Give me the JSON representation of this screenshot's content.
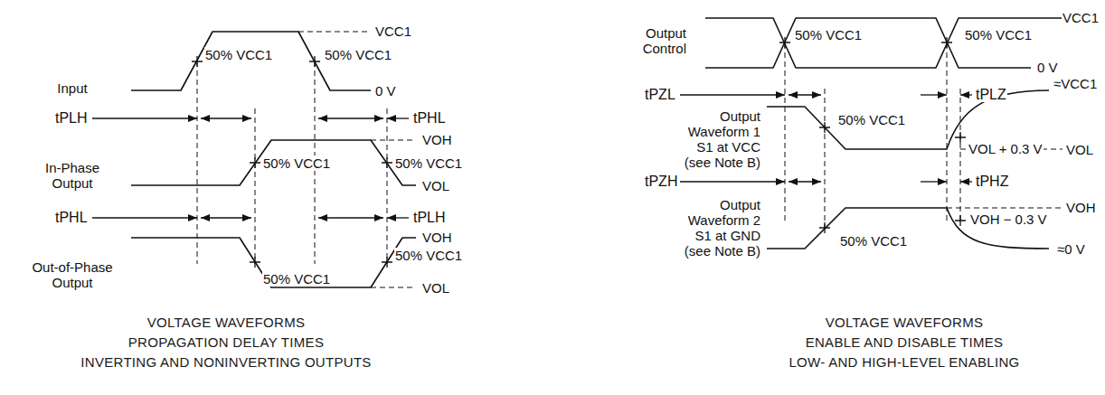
{
  "diagram": {
    "labels": [
      "Input",
      "50% VCC1",
      "50% VCC1",
      "VCC1",
      "0 V",
      "tPLH",
      "tPHL",
      "VOH",
      "In-Phase Output",
      "50% VCC1",
      "50% VCC1",
      "VOL",
      "tPHL",
      "tPLH",
      "VOH",
      "Out-of-Phase Output",
      "50% VCC1",
      "50% VCC1",
      "VOL",
      "VOLTAGE WAVEFORMS",
      "PROPAGATION DELAY TIMES",
      "INVERTING AND NONINVERTING OUTPUTS",
      "Output Control",
      "50% VCC1",
      "50% VCC1",
      "VCC1",
      "0 V",
      "tPZL",
      "tPLZ",
      "≈VCC1",
      "Output Waveform 1 S1 at VCC (see Note B)",
      "50% VCC1",
      "VOL + 0.3 V",
      "VOL",
      "tPZH",
      "tPHZ",
      "VOH",
      "50% VCC1",
      "VOH − 0.3 V",
      "≈0 V",
      "Output Waveform 2 S1 at GND (see Note B)",
      "VOLTAGE WAVEFORMS",
      "ENABLE AND DISABLE TIMES",
      "LOW- AND HIGH-LEVEL ENABLING"
    ]
  }
}
